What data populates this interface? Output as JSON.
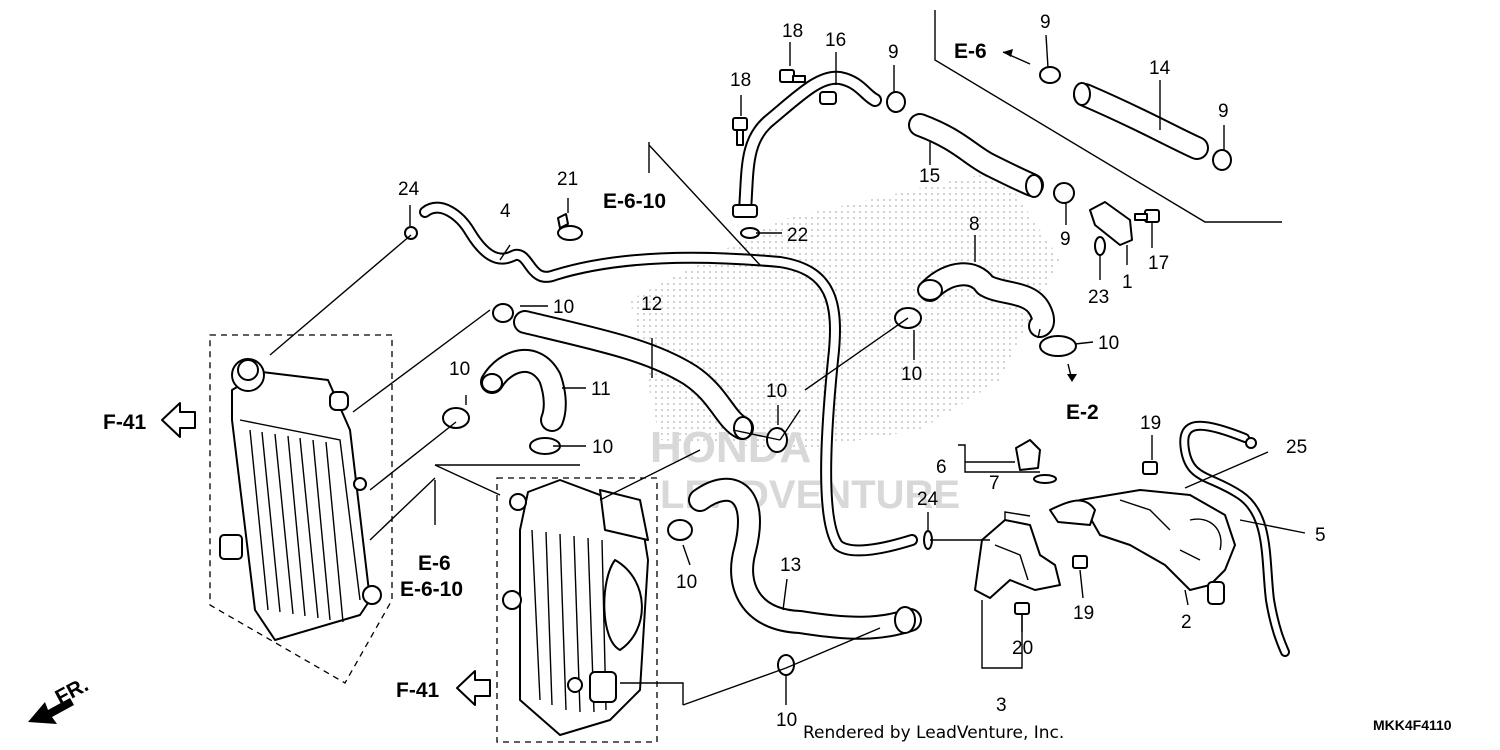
{
  "references": {
    "e6_top": "E-6",
    "e6_10_top": "E-6-10",
    "e2": "E-2",
    "e6_bottom": "E-6",
    "e6_10_bottom": "E-6-10",
    "f41_left": "F-41",
    "f41_bottom": "F-41",
    "front_arrow": "FR."
  },
  "callouts": {
    "c1": "1",
    "c2": "2",
    "c3": "3",
    "c4": "4",
    "c5": "5",
    "c6": "6",
    "c7": "7",
    "c8": "8",
    "c9a": "9",
    "c9b": "9",
    "c9c": "9",
    "c9d": "9",
    "c10a": "10",
    "c10b": "10",
    "c10c": "10",
    "c10d": "10",
    "c10e": "10",
    "c10f": "10",
    "c10g": "10",
    "c10h": "10",
    "c11": "11",
    "c12": "12",
    "c13": "13",
    "c14": "14",
    "c15": "15",
    "c16": "16",
    "c17": "17",
    "c18a": "18",
    "c18b": "18",
    "c19a": "19",
    "c19b": "19",
    "c20": "20",
    "c21": "21",
    "c22": "22",
    "c23": "23",
    "c24a": "24",
    "c24b": "24",
    "c25": "25"
  },
  "footer": {
    "rendered_by": "Rendered by LeadVenture, Inc.",
    "diagram_code": "MKK4F4110"
  },
  "watermark": {
    "brand": "HONDA",
    "dealer": "LEADVENTURE"
  }
}
